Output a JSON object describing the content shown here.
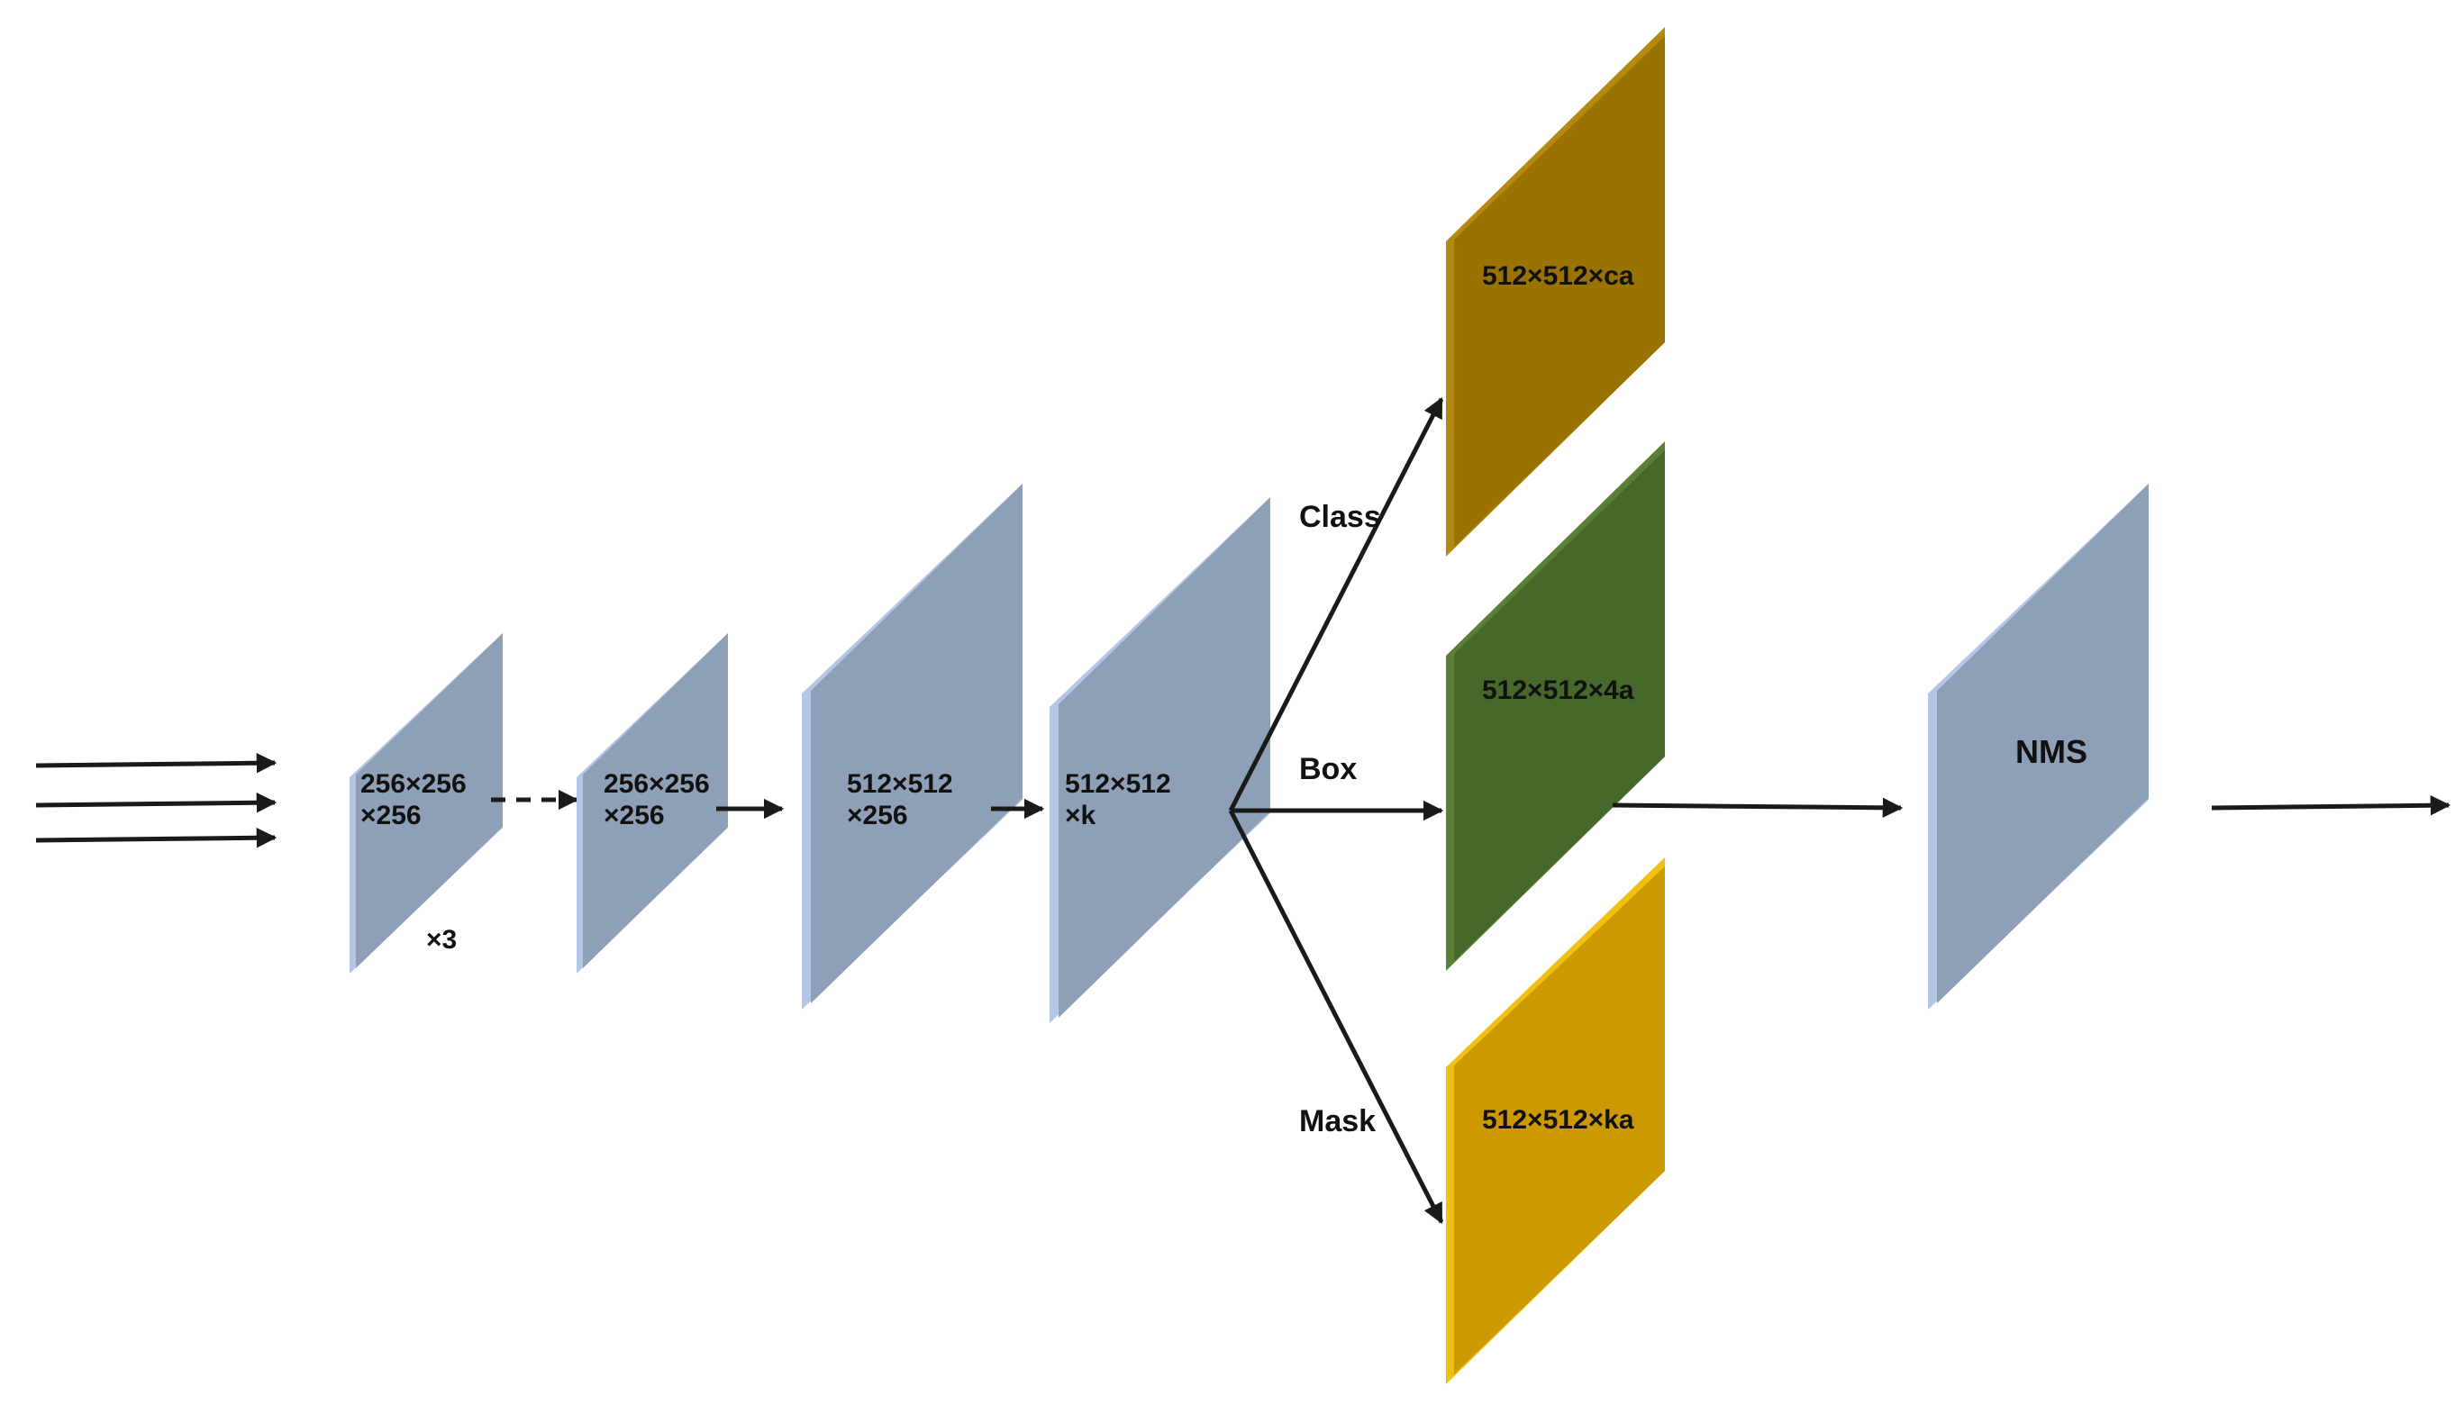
{
  "layers": {
    "conv1": {
      "line1": "256×256",
      "line2": "×256",
      "repeat": "×3"
    },
    "conv2": {
      "line1": "256×256",
      "line2": "×256"
    },
    "conv3": {
      "line1": "512×512",
      "line2": "×256"
    },
    "conv4": {
      "line1": "512×512",
      "line2": "×k"
    }
  },
  "heads": {
    "class": {
      "branch_label": "Class",
      "shape": "512×512×ca",
      "color": "#9A7200"
    },
    "box": {
      "branch_label": "Box",
      "shape": "512×512×4a",
      "color": "#46692B"
    },
    "mask": {
      "branch_label": "Mask",
      "shape": "512×512×ka",
      "color": "#CC9A00"
    }
  },
  "nms": {
    "label": "NMS"
  },
  "colors": {
    "layer_face": "#8E9FB8",
    "layer_edge": "#B4C6E4",
    "class_edge": "#B48A10",
    "box_edge": "#5A8035",
    "mask_edge": "#F2C10F",
    "arrow": "#1a1a1a"
  }
}
